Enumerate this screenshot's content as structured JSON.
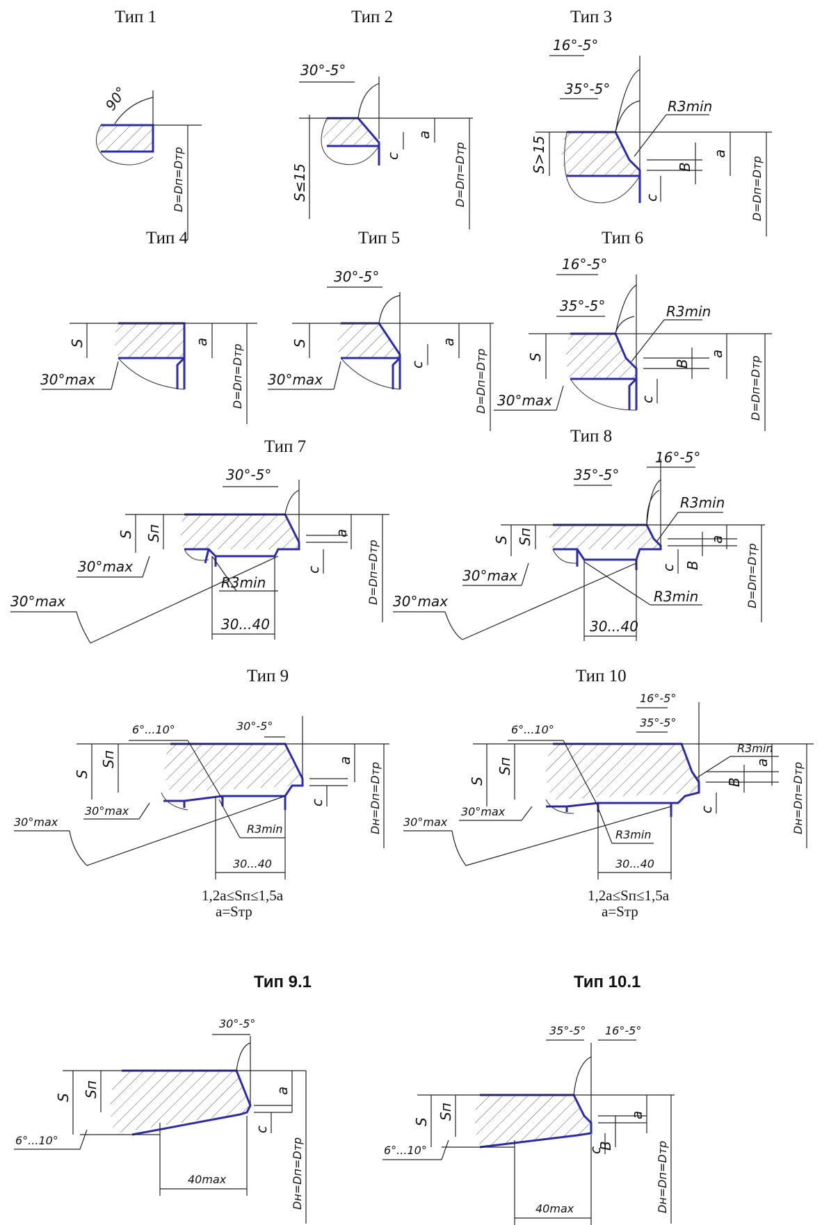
{
  "titles": {
    "t1": "Тип 1",
    "t2": "Тип 2",
    "t3": "Тип 3",
    "t4": "Тип 4",
    "t5": "Тип 5",
    "t6": "Тип 6",
    "t7": "Тип 7",
    "t8": "Тип 8",
    "t9": "Тип 9",
    "t10": "Тип 10",
    "t91": "Тип 9.1",
    "t101": "Тип 10.1"
  },
  "labels": {
    "a90": "90°",
    "a30": "30°-5°",
    "a16": "16°-5°",
    "a35": "35°-5°",
    "r3": "R3min",
    "s_le": "S≤15",
    "s_gt": "S>15",
    "s": "S",
    "sn": "Sп",
    "a": "a",
    "c": "c",
    "b": "B",
    "d": "D=Dп=Dтр",
    "dh": "Dн=Dп=Dтр",
    "max30": "30°max",
    "d3040": "30...40",
    "d610": "6°...10°",
    "max40": "40max"
  },
  "notes": {
    "n1": "1,2a≤Sп≤1,5a",
    "n2": "a=Sтр"
  }
}
